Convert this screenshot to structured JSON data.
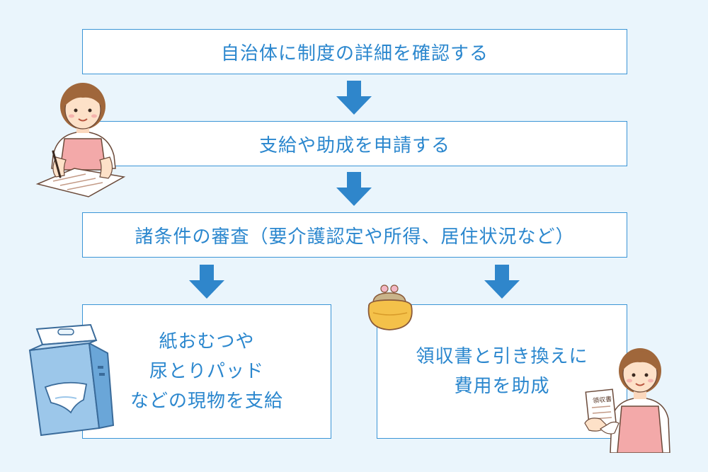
{
  "steps": {
    "step1": "自治体に制度の詳細を確認する",
    "step2": "支給や助成を申請する",
    "step3": "諸条件の審査（要介護認定や所得、居住状況など）",
    "left_lines": [
      "紙おむつや",
      "尿とりパッド",
      "などの現物を支給"
    ],
    "right_lines": [
      "領収書と引き換えに",
      "費用を助成"
    ]
  },
  "receipt_text": "領収書",
  "colors": {
    "background": "#eaf5fc",
    "border": "#3b95d6",
    "text": "#2b87ce",
    "arrow": "#2f86cb"
  }
}
